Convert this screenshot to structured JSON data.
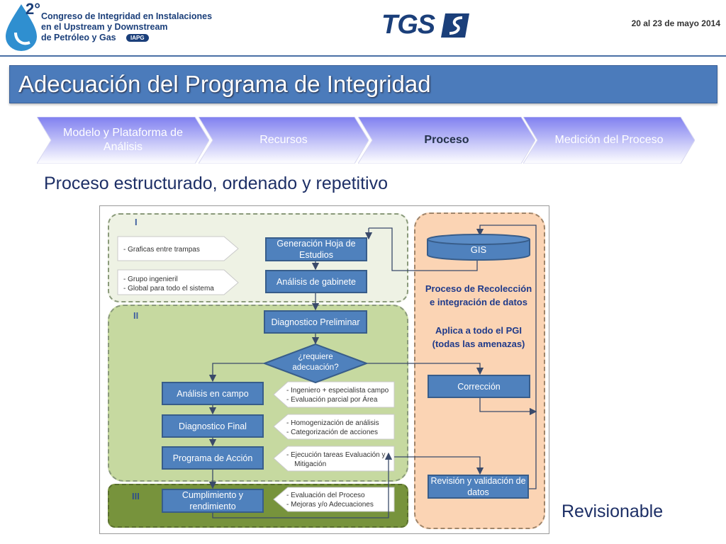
{
  "header": {
    "conference_number": "2°",
    "conference_lines": [
      "Congreso de Integridad en Instalaciones",
      "en el Upstream y Downstream",
      "de Petróleo y Gas"
    ],
    "iapg_label": "IAPG",
    "company_logo_text": "TGS",
    "event_date": "20 al 23 de mayo 2014"
  },
  "title": "Adecuación del Programa de Integridad",
  "steps": [
    {
      "label": "Modelo y Plataforma de Análisis",
      "active": false
    },
    {
      "label": "Recursos",
      "active": false
    },
    {
      "label": "Proceso",
      "active": true
    },
    {
      "label": "Medición del Proceso",
      "active": false
    }
  ],
  "subtitle": "Proceso estructurado, ordenado y repetitivo",
  "footer_label": "Revisionable",
  "diagram": {
    "zones": {
      "i": "I",
      "ii": "II",
      "iii": "III"
    },
    "boxes": {
      "generacion": "Generación Hoja de Estudios",
      "gabinete": "Análisis de gabinete",
      "diag_prelim": "Diagnostico Preliminar",
      "requiere": "¿requiere adecuación?",
      "analisis_campo": "Análisis en campo",
      "diag_final": "Diagnostico Final",
      "programa": "Programa de Acción",
      "cumplimiento": "Cumplimiento y rendimiento",
      "gis": "GIS",
      "correccion": "Corrección",
      "revision": "Revisión y validación de datos"
    },
    "notes": {
      "graficas": [
        "- Graficas entre trampas"
      ],
      "grupo": [
        "-   Grupo ingenieril",
        "-   Global para todo el sistema"
      ],
      "ingeniero": [
        "-   Ingeniero + especialista campo",
        "-   Evaluación parcial por Área"
      ],
      "homog": [
        "-   Homogenización de análisis",
        "-   Categorización de acciones"
      ],
      "ejecucion": [
        "-   Ejecución tareas Evaluación y",
        "    Mitigación"
      ],
      "evaluacion": [
        "-   Evaluación del Proceso",
        "-   Mejoras y/o Adecuaciones"
      ]
    },
    "side_text": {
      "recoleccion": [
        "Proceso de Recolección",
        "e integración de datos"
      ],
      "aplica": [
        "Aplica a todo el PGI",
        "(todas las amenazas)"
      ]
    }
  },
  "colors": {
    "title_bar": "#4b7bbb",
    "box_fill": "#4f81bd",
    "zone_i": "#eef2e4",
    "zone_ii": "#c6d9a0",
    "zone_iii": "#77933c",
    "zone_right": "#fbd4b4",
    "chevron_gradient_top": "#7f7ff0",
    "chevron_gradient_bottom": "#ffffff"
  }
}
